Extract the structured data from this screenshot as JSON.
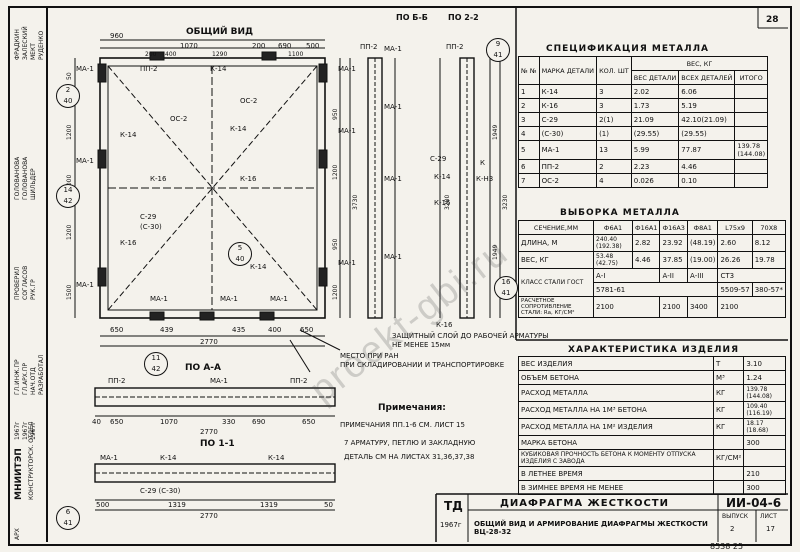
{
  "sheet_number_top": "28",
  "sheet_number_bottom": "8538 25",
  "watermark": "proekt-gbi.ru",
  "views": {
    "general": "ОБЩИЙ ВИД",
    "section_bb": "ПО Б-Б",
    "section_22": "ПО 2-2",
    "section_aa": "ПО А-А",
    "section_11": "ПО 1-1"
  },
  "labels": {
    "ma1": "МА-1",
    "k14": "К-14",
    "k16": "К-16",
    "pp2": "ПП-2",
    "oc2": "ОС-2",
    "c29": "С-29",
    "c30": "(С-30)",
    "c29_30": "С-29 (С-30)",
    "k": "К",
    "kn3": "К-Н3"
  },
  "dimensions": {
    "top_row": [
      "960",
      "1070",
      "200",
      "690",
      "500"
    ],
    "top_row2": [
      "200",
      "400",
      "1290",
      "1100"
    ],
    "left_col": [
      "50",
      "1200",
      "2000",
      "1200",
      "1500"
    ],
    "right_col": [
      "950",
      "1200",
      "3730",
      "950",
      "1200",
      "1200"
    ],
    "section_heights": [
      "3280",
      "3230",
      "1949",
      "1949"
    ],
    "bottom_row": [
      "650",
      "439",
      "2770",
      "435",
      "400",
      "650"
    ],
    "bottom_total": "2770",
    "aa_row": [
      "40",
      "650",
      "1070",
      "330",
      "690",
      "650"
    ],
    "aa_total": "2770",
    "s11_row": [
      "500",
      "1319",
      "1319",
      "50"
    ],
    "s11_total": "2770"
  },
  "callouts": [
    {
      "top": "2",
      "bottom": "40"
    },
    {
      "top": "14",
      "bottom": "42"
    },
    {
      "top": "5",
      "bottom": "40"
    },
    {
      "top": "11",
      "bottom": "42"
    },
    {
      "top": "9",
      "bottom": "41"
    },
    {
      "top": "16",
      "bottom": "41"
    },
    {
      "top": "6",
      "bottom": "41"
    }
  ],
  "notes": {
    "mount_label": "МЕСТО ПРИ РАН\nПРИ СКЛАДИРОВАНИИ И ТРАНСПОРТИРОВКЕ",
    "protective_layer": "ЗАЩИТНЫЙ СЛОЙ ДО РАБОЧЕЙ АРМАТУРЫ\nНЕ МЕНЕЕ 15мм",
    "heading": "Примечания:",
    "line1": "ПРИМЕЧАНИЯ ПП.1-6 СМ. ЛИСТ 15",
    "line2": "7 АРМАТУРУ, ПЕТЛЮ И ЗАКЛАДНУЮ",
    "line3": "ДЕТАЛЬ СМ НА ЛИСТАХ 31,36,37,38"
  },
  "spec_table": {
    "title": "СПЕЦИФИКАЦИЯ МЕТАЛЛА",
    "headers": [
      "№ №",
      "МАРКА ДЕТАЛИ",
      "КОЛ. ШТ",
      "ВЕС ДЕТАЛИ",
      "ВСЕХ ДЕТАЛЕЙ",
      "ИТОГО"
    ],
    "subheader": "ВЕС, КГ",
    "rows": [
      [
        "1",
        "К-14",
        "3",
        "2.02",
        "6.06",
        ""
      ],
      [
        "2",
        "К-16",
        "3",
        "1.73",
        "5.19",
        ""
      ],
      [
        "3",
        "С-29",
        "2(1)",
        "21.09",
        "42.10(21.09)",
        ""
      ],
      [
        "4",
        "(С-30)",
        "(1)",
        "(29.55)",
        "(29.55)",
        ""
      ],
      [
        "5",
        "МА-1",
        "13",
        "5.99",
        "77.87",
        "139.78 (144.08)"
      ],
      [
        "6",
        "ПП-2",
        "2",
        "2.23",
        "4.46",
        ""
      ],
      [
        "7",
        "ОС-2",
        "4",
        "0.026",
        "0.10",
        ""
      ]
    ]
  },
  "sample_table": {
    "title": "ВЫБОРКА МЕТАЛЛА",
    "headers": [
      "СЕЧЕНИЕ,ММ",
      "Ф6А1",
      "Ф16А1",
      "Ф16А3",
      "Ф8А1",
      "L75х9",
      "70Х8"
    ],
    "rows": [
      [
        "ДЛИНА, М",
        "240.40 (192.38)",
        "2.82",
        "23.92",
        "(48.19)",
        "2.60",
        "8.12"
      ],
      [
        "ВЕС, КГ",
        "53.48 (42.75)",
        "4.46",
        "37.85",
        "(19.00)",
        "26.26",
        "19.78"
      ]
    ],
    "class_label": "КЛАСС СТАЛИ ГОСТ",
    "class_values": [
      "А-I",
      "А-II",
      "А-III",
      "СТ3"
    ],
    "gost_values": [
      "5781-61",
      "5509-57",
      "380-57*"
    ],
    "resistance_label": "РАСЧЕТНОЕ СОПРОТИВЛЕНИЕ СТАЛИ: Rа, КГ/СМ²",
    "resistance_values": [
      "2100",
      "2100",
      "3400",
      "2100"
    ]
  },
  "char_table": {
    "title": "ХАРАКТЕРИСТИКА ИЗДЕЛИЯ",
    "rows": [
      [
        "ВЕС ИЗДЕЛИЯ",
        "Т",
        "3.10"
      ],
      [
        "ОБЪЕМ БЕТОНА",
        "М³",
        "1.24"
      ],
      [
        "РАСХОД МЕТАЛЛА",
        "КГ",
        "139.78 (144.08)"
      ],
      [
        "РАСХОД МЕТАЛЛА НА 1М³ БЕТОНА",
        "КГ",
        "109.40 (116.19)"
      ],
      [
        "РАСХОД МЕТАЛЛА НА 1М² ИЗДЕЛИЯ",
        "КГ",
        "18.17 (18.68)"
      ],
      [
        "МАРКА БЕТОНА",
        "",
        "300"
      ],
      [
        "КУБИКОВАЯ ПРОЧНОСТЬ БЕТОНА К МОМЕНТУ ОТПУСКА ИЗДЕЛИЯ С ЗАВОДА",
        "КГ/СМ²",
        ""
      ],
      [
        "В ЛЕТНЕЕ ВРЕМЯ",
        "",
        "210"
      ],
      [
        "В ЗИМНЕЕ ВРЕМЯ НЕ МЕНЕЕ",
        "",
        "300"
      ]
    ]
  },
  "title_block": {
    "org": "МНИИТЭП",
    "dept": "КОНСТРУКТОРСК. ОТДЕЛ",
    "arch": "АРХ",
    "series": "ТД",
    "year": "1967г",
    "title": "ДИАФРАГМА ЖЕСТКОСТИ",
    "subtitle": "ОБЩИЙ ВИД И АРМИРОВАНИЕ ДИАФРАГМЫ ЖЕСТКОСТИ ВЦ-28-32",
    "code": "ИИ-04-6",
    "issue_label": "ВЫПУСК",
    "sheet_label": "ЛИСТ",
    "issue": "2",
    "sheet": "17"
  },
  "side_stamp": {
    "rows": [
      "ГЛ.ИНЖ.ПР",
      "ГЛ.АРХ.ПР",
      "НАЧ.ОТД",
      "РАЗРАБОТАЛ",
      "ПРОВЕРИЛ",
      "СОГЛАСОВ",
      "РУК.ГР"
    ],
    "names": [
      "ФРАДКИН",
      "ЗАЛЕСКИЙ",
      "МЕКТ",
      "РУДЕНКО",
      "ГОЛОВАНОВА",
      "ГОЛОВАНОВА",
      "ШИЛЬДЕР"
    ],
    "dates": [
      "1967г",
      "1967г",
      "1967г"
    ]
  }
}
